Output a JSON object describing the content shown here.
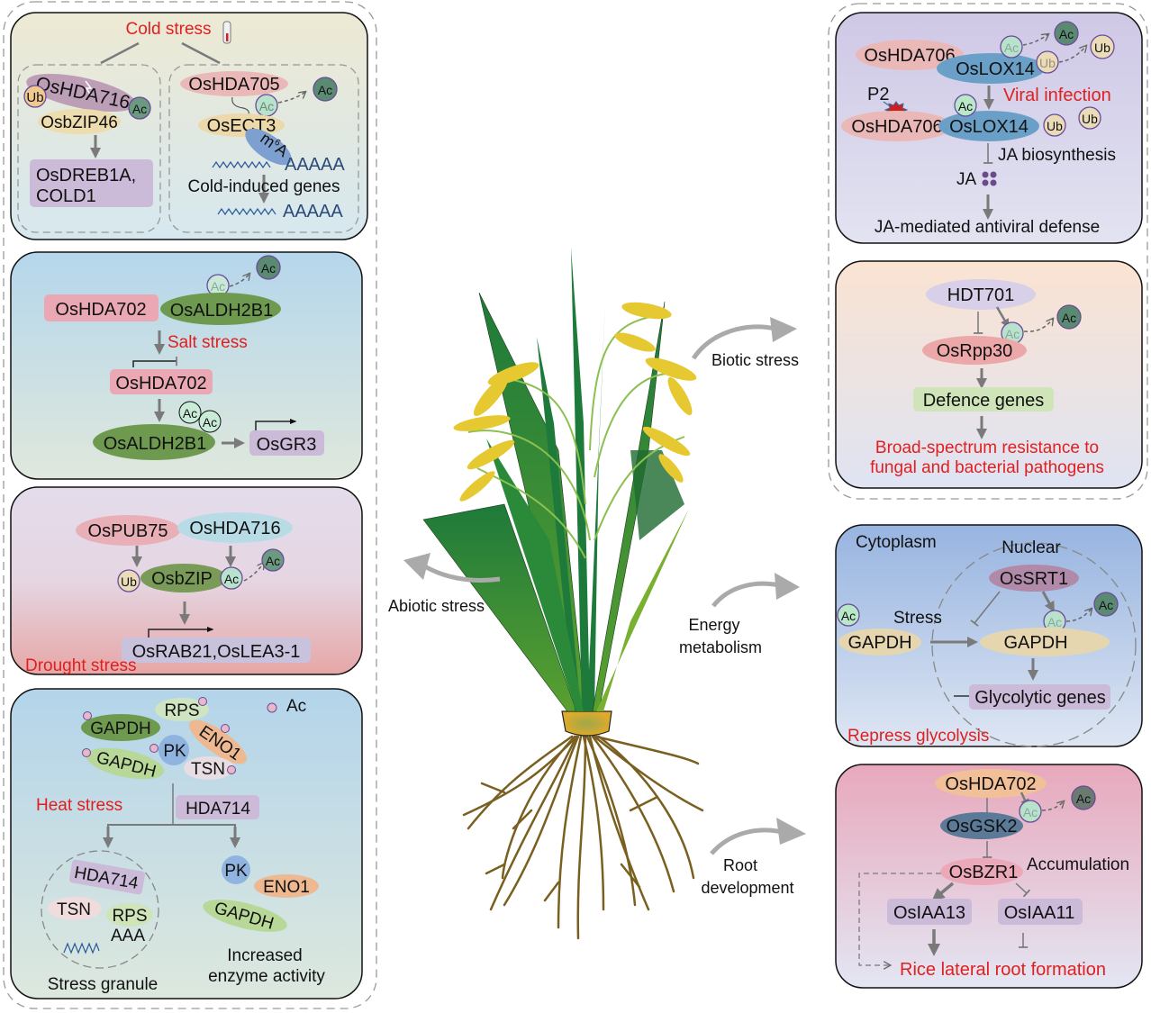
{
  "center": {
    "labels": {
      "biotic": "Biotic stress",
      "abiotic": "Abiotic stress",
      "energy_line1": "Energy",
      "energy_line2": "metabolism",
      "root_line1": "Root",
      "root_line2": "development"
    }
  },
  "panels": {
    "cold": {
      "title": "Cold stress",
      "left": {
        "hda": "OsHDA716",
        "ub": "Ub",
        "ac": "Ac",
        "bzip": "OsbZIP46",
        "target_line1": "OsDREB1A,",
        "target_line2": "COLD1"
      },
      "right": {
        "hda": "OsHDA705",
        "ac_removed": "Ac",
        "ac_released": "Ac",
        "ect": "OsECT3",
        "m6a_base": "m",
        "m6a_sup": "6",
        "m6a_a": "A",
        "polya1": "AAAAA",
        "genes": "Cold-induced genes",
        "polya2": "AAAAA"
      }
    },
    "salt": {
      "hda_top": "OsHDA702",
      "aldh_top": "OsALDH2B1",
      "ac_removed": "Ac",
      "ac_released": "Ac",
      "title": "Salt stress",
      "hda_mid": "OsHDA702",
      "ac1": "Ac",
      "ac2": "Ac",
      "aldh_bottom": "OsALDH2B1",
      "target": "OsGR3"
    },
    "drought": {
      "pub": "OsPUB75",
      "hda": "OsHDA716",
      "ub": "Ub",
      "bzip": "OsbZIP",
      "ac": "Ac",
      "ac_released": "Ac",
      "target": "OsRAB21,OsLEA3-1",
      "title": "Drought stress"
    },
    "heat": {
      "legend_ac": "Ac",
      "rps": "RPS",
      "gapdh1": "GAPDH",
      "eno1": "ENO1",
      "pk": "PK",
      "gapdh2": "GAPDH",
      "tsn": "TSN",
      "title": "Heat stress",
      "hda": "HDA714",
      "granule": {
        "hda": "HDA714",
        "tsn": "TSN",
        "rps": "RPS",
        "polya": "AAA",
        "label": "Stress granule"
      },
      "active": {
        "pk": "PK",
        "eno1": "ENO1",
        "gapdh": "GAPDH",
        "label_line1": "Increased",
        "label_line2": "enzyme activity"
      }
    },
    "viral": {
      "hda_top": "OsHDA706",
      "lox_top": "OsLOX14",
      "ac_removed": "Ac",
      "ac_released": "Ac",
      "ub_removed": "Ub",
      "ub_released": "Ub",
      "title": "Viral infection",
      "p2": "P2",
      "ac_bound": "Ac",
      "hda_bottom": "OsHDA706",
      "lox_bottom": "OsLOX14",
      "ub1": "Ub",
      "ub2": "Ub",
      "ja_bio": "JA biosynthesis",
      "ja": "JA",
      "outcome": "JA-mediated antiviral defense"
    },
    "fungal": {
      "hdt": "HDT701",
      "ac_removed": "Ac",
      "ac_released": "Ac",
      "rpp": "OsRpp30",
      "genes": "Defence genes",
      "outcome_line1": "Broad-spectrum resistance to",
      "outcome_line2": "fungal and bacterial pathogens"
    },
    "energy": {
      "cytoplasm": "Cytoplasm",
      "nuclear": "Nuclear",
      "srt": "OsSRT1",
      "ac_cyto": "Ac",
      "stress": "Stress",
      "gapdh_cyto": "GAPDH",
      "ac_removed": "Ac",
      "ac_released": "Ac",
      "gapdh_nuc": "GAPDH",
      "genes": "Glycolytic genes",
      "outcome": "Repress glycolysis"
    },
    "root": {
      "hda": "OsHDA702",
      "ac_removed": "Ac",
      "ac_released": "Ac",
      "gsk": "OsGSK2",
      "bzr": "OsBZR1",
      "accum": "Accumulation",
      "iaa13": "OsIAA13",
      "iaa11": "OsIAA11",
      "outcome": "Rice lateral root  formation"
    }
  },
  "colors": {
    "stress_red": "#e02020",
    "arrow_grey": "#7a7a7a",
    "ac_green": "#a8dcc0",
    "ac_dark": "#5a8a72",
    "ub_tan": "#efdcb0",
    "ring_purple": "#6a4a9a"
  }
}
